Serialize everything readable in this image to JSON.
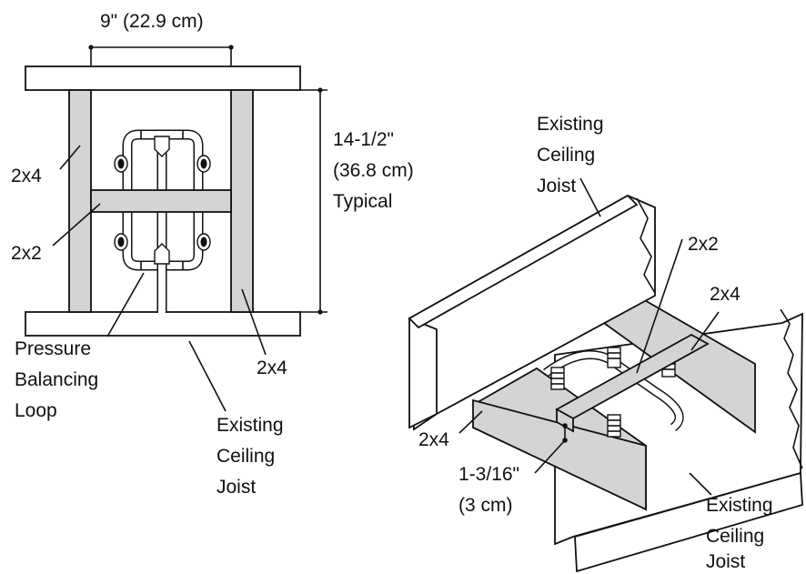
{
  "left_view": {
    "width_dimension": "9\" (22.9 cm)",
    "height_dimension": [
      "14-1/2\"",
      "(36.8 cm)",
      "Typical"
    ],
    "label_2x4_upper": "2x4",
    "label_2x2": "2x2",
    "label_loop": [
      "Pressure",
      "Balancing",
      "Loop"
    ],
    "label_2x4_lower": "2x4",
    "label_joist": [
      "Existing",
      "Ceiling",
      "Joist"
    ]
  },
  "right_view": {
    "label_joist_top": [
      "Existing",
      "Ceiling",
      "Joist"
    ],
    "label_2x2": "2x2",
    "label_2x4_right": "2x4",
    "label_2x4_left": "2x4",
    "gap_dimension": [
      "1-3/16\"",
      "(3 cm)"
    ],
    "label_joist_bottom": [
      "Existing",
      "Ceiling",
      "Joist"
    ]
  }
}
